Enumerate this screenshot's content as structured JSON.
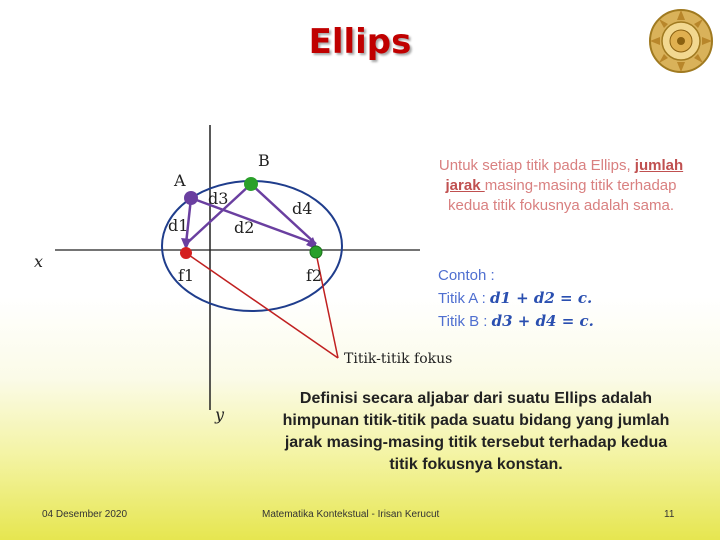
{
  "slide": {
    "title": "Ellips"
  },
  "diagram": {
    "point_a": "A",
    "point_b": "B",
    "d1": "d1",
    "d2": "d2",
    "d3": "d3",
    "d4": "d4",
    "f1": "f1",
    "f2": "f2",
    "x_axis": "x",
    "y_axis": "y",
    "foci_caption": "Titik-titik fokus"
  },
  "statement": {
    "line_start": "Untuk setiap titik pada Ellips, ",
    "emphasis": "jumlah jarak ",
    "line_end": "masing-masing titik terhadap kedua titik fokusnya adalah sama."
  },
  "example": {
    "heading": "Contoh :",
    "row_a_label": "Titik A : ",
    "row_a_eq": "d1 + d2 = c.",
    "row_b_label": "Titik B : ",
    "row_b_eq": "d3 + d4 = c."
  },
  "definition": {
    "text": "Definisi secara aljabar dari suatu Ellips adalah himpunan titik-titik pada suatu bidang yang jumlah jarak masing-masing titik tersebut terhadap kedua titik fokusnya konstan."
  },
  "footer": {
    "date": "04 Desember 2020",
    "center": "Matematika Kontekstual - Irisan Kerucut",
    "page": "11"
  },
  "colors": {
    "title": "#c00000",
    "ellipse": "#1f3d8c",
    "point_a": "#6a3fa0",
    "point_b": "#2aa02a",
    "focus": "#d42020",
    "foci_lines": "#c02020"
  }
}
